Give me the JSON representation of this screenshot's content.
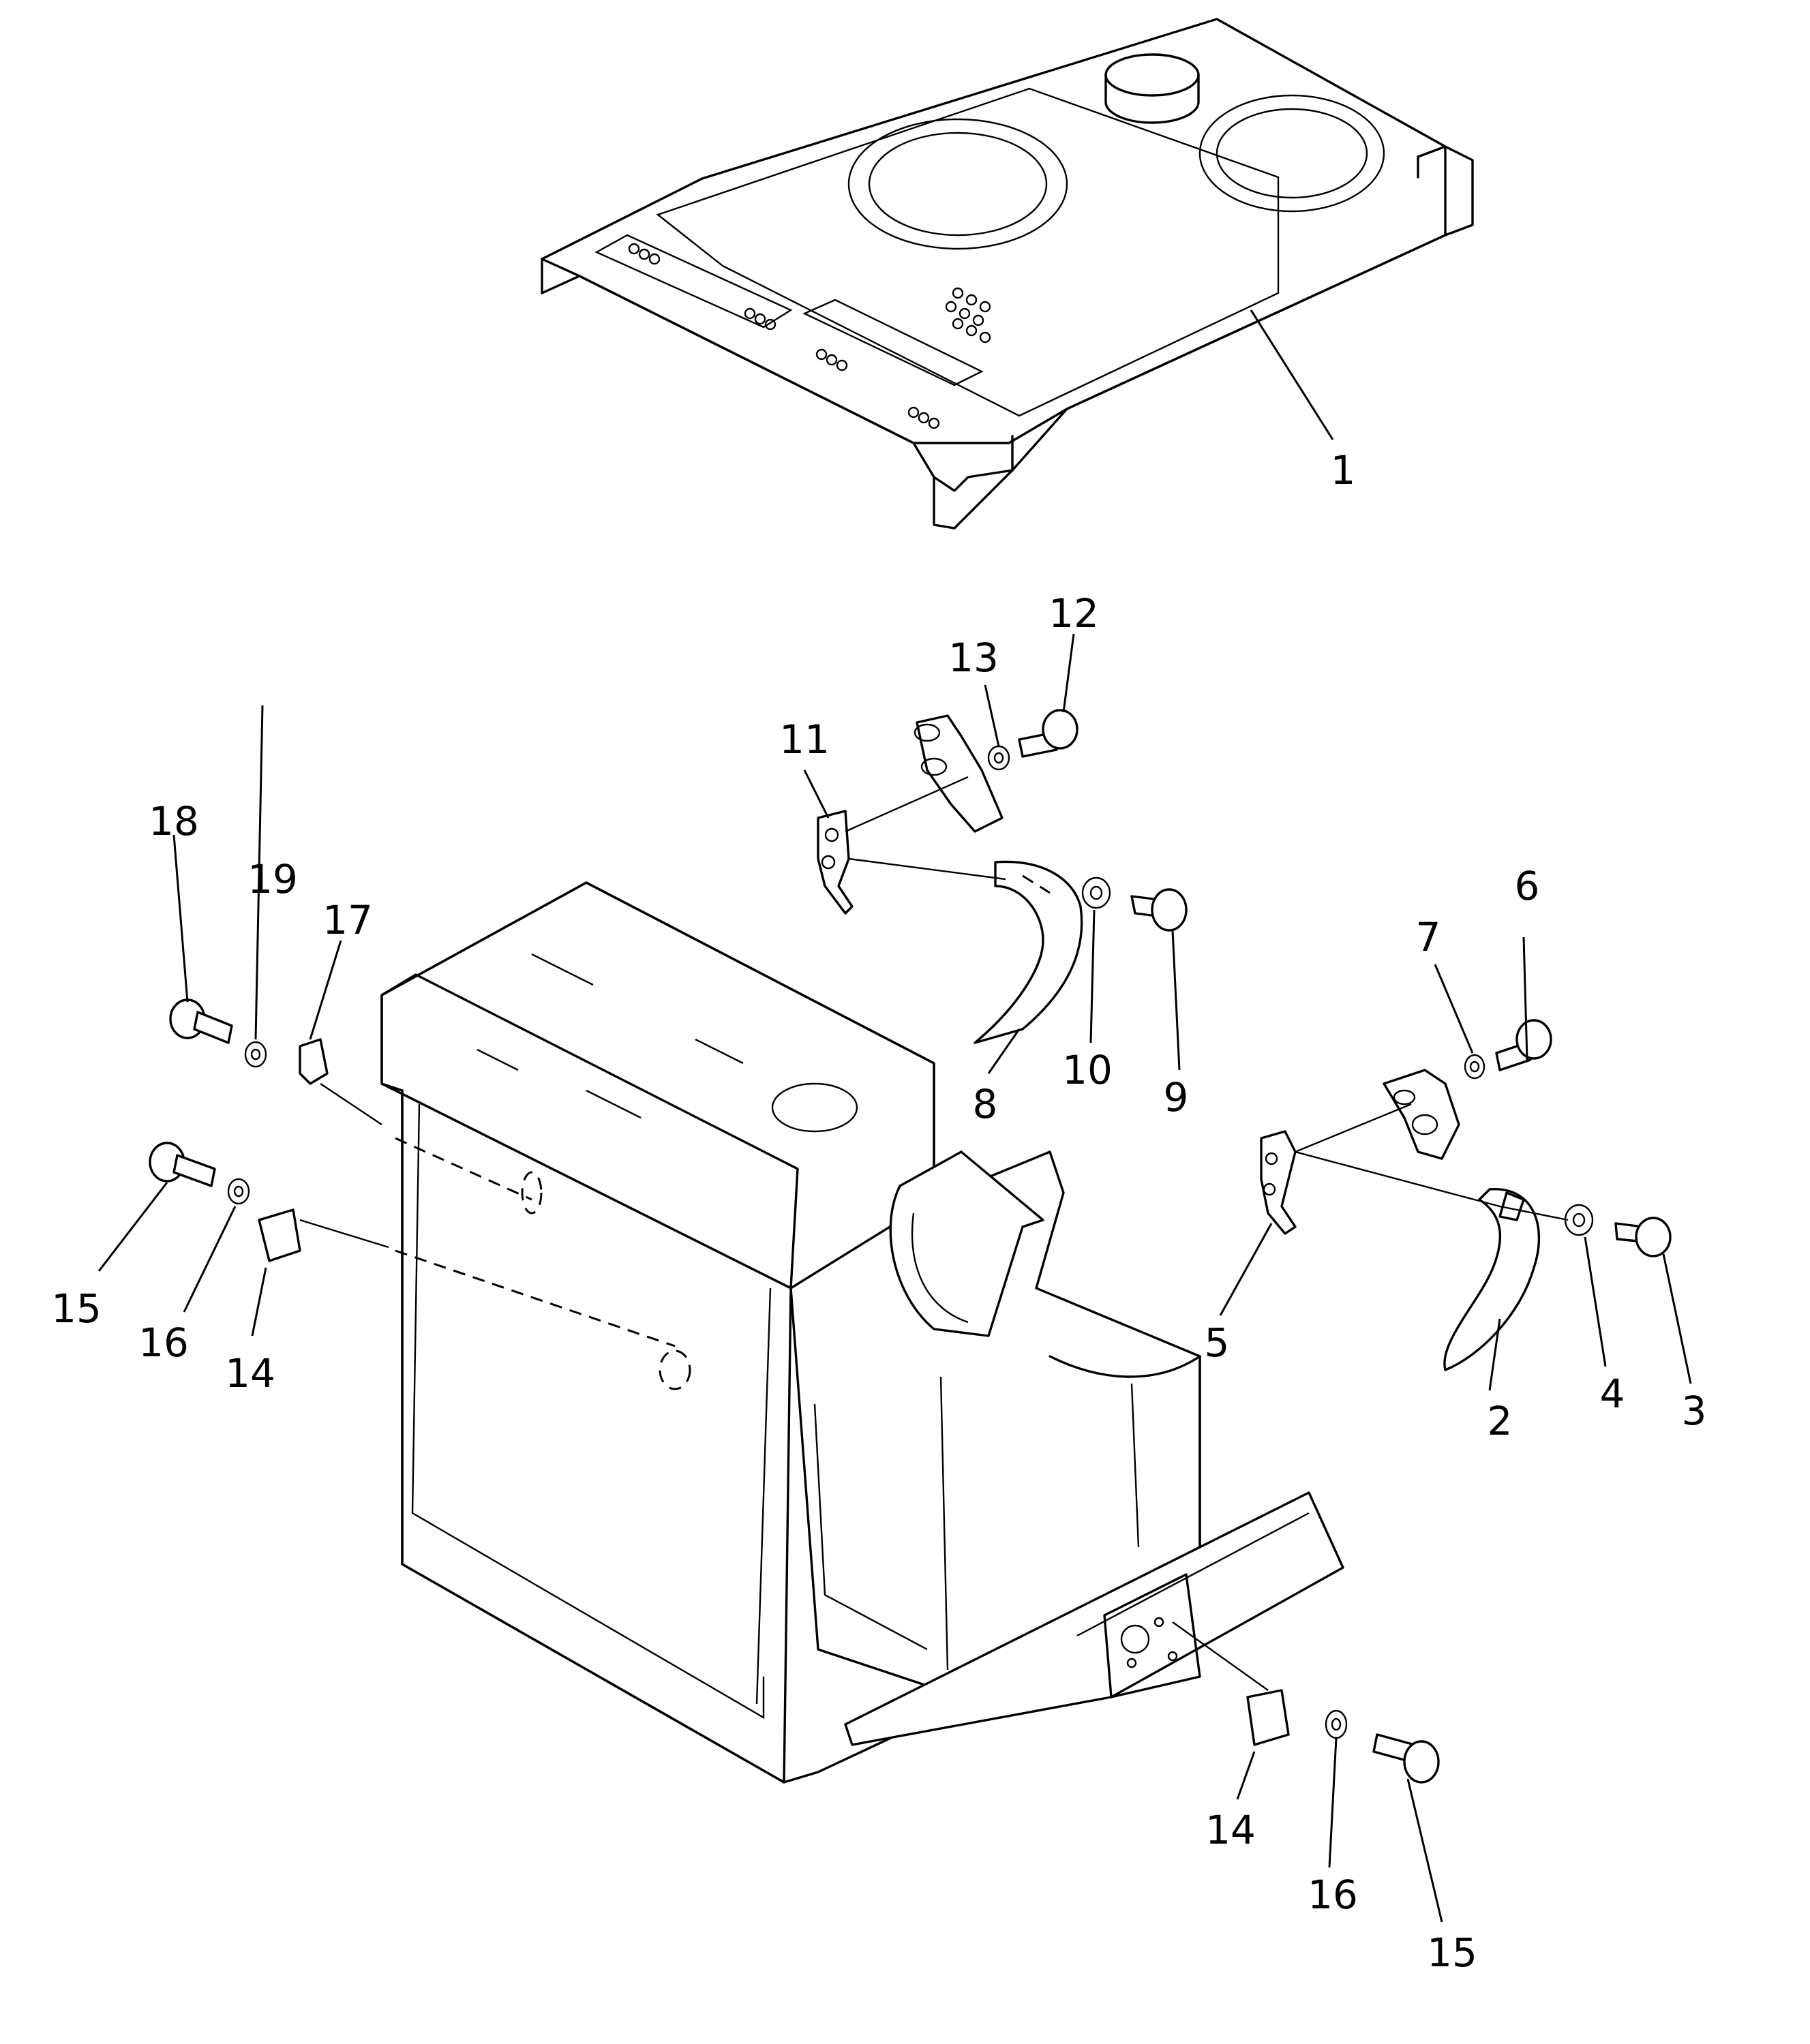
{
  "callouts": {
    "c1": "1",
    "c2": "2",
    "c3": "3",
    "c4": "4",
    "c5": "5",
    "c6": "6",
    "c7": "7",
    "c8": "8",
    "c9": "9",
    "c10": "10",
    "c11": "11",
    "c12": "12",
    "c13": "13",
    "c14a": "14",
    "c14b": "14",
    "c15a": "15",
    "c15b": "15",
    "c16a": "16",
    "c16b": "16",
    "c17": "17",
    "c18": "18",
    "c19": "19"
  }
}
